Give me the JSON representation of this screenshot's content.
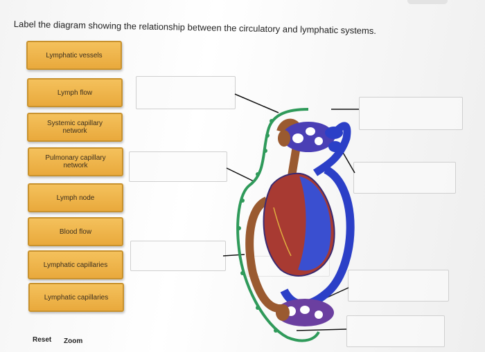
{
  "instruction": "Label the diagram showing the relationship between the circulatory and lymphatic systems.",
  "labels": [
    "Lymphatic vessels",
    "Lymph flow",
    "Systemic capillary network",
    "Pulmonary capillary network",
    "Lymph node",
    "Blood flow",
    "Lymphatic capillaries",
    "Lymphatic capillaries"
  ],
  "controls": {
    "reset": "Reset",
    "zoom": "Zoom"
  },
  "colors": {
    "card": "#efb64a",
    "card_border": "#c8922e",
    "lymph": "#2f9a5a",
    "vein": "#2b3fc7",
    "artery": "#8a4a2c",
    "heart_red": "#b8352e"
  }
}
